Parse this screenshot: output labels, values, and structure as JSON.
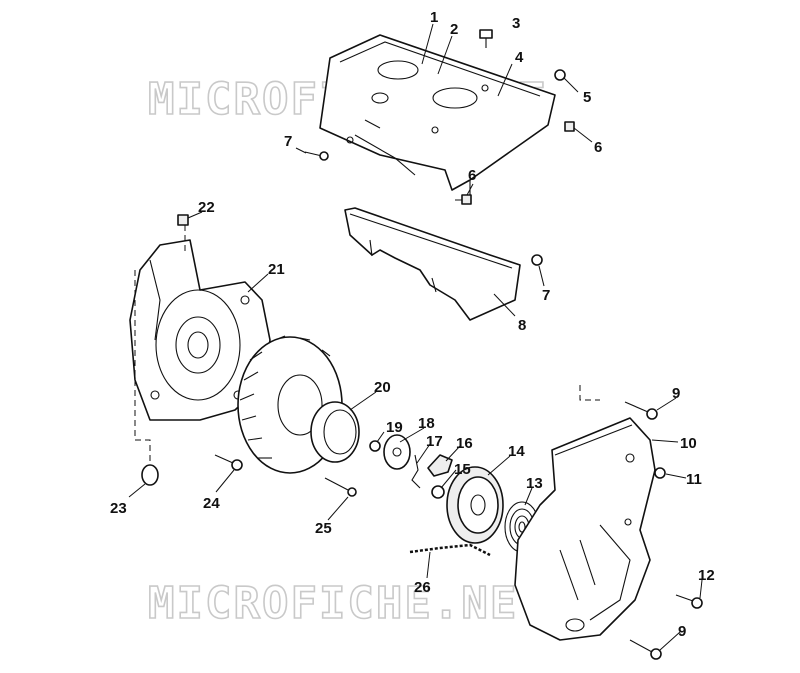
{
  "watermarks": [
    "MICROFICHE.NET",
    "MICROFICHE.NET"
  ],
  "callouts": [
    "1",
    "2",
    "3",
    "4",
    "5",
    "6",
    "6",
    "7",
    "7",
    "8",
    "9",
    "9",
    "10",
    "11",
    "12",
    "13",
    "14",
    "15",
    "16",
    "17",
    "18",
    "19",
    "20",
    "21",
    "22",
    "23",
    "24",
    "25",
    "26"
  ]
}
